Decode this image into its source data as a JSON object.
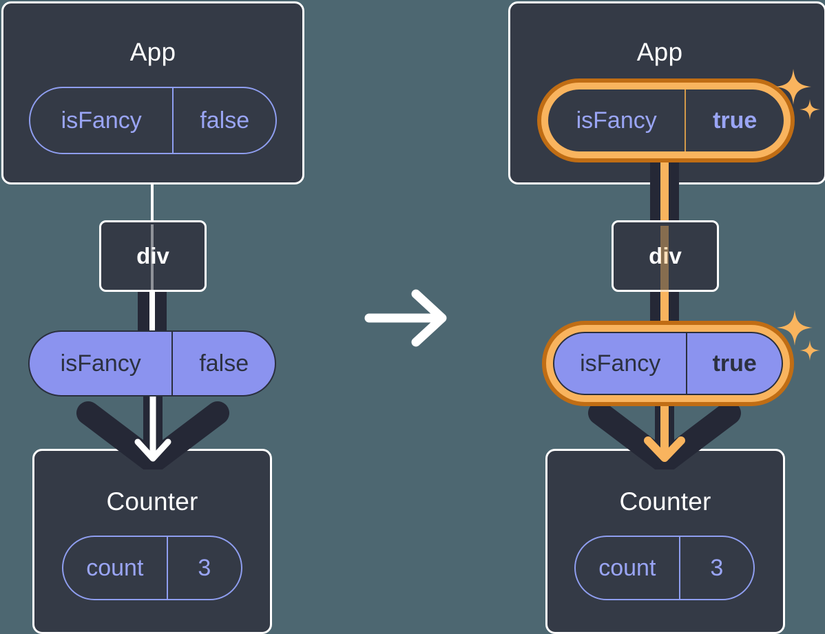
{
  "diagram": {
    "title": "React state update propagation diagram",
    "colors": {
      "background": "#4d6771",
      "panel": "#343a46",
      "border": "#ffffff",
      "pill_purple": "#8b93ef",
      "pill_outline": "#8f9ef0",
      "pill_text_light": "#9aa5f5",
      "pill_text_dark": "#2c3140",
      "highlight_outer": "#c06d14",
      "highlight_inner": "#f9b45e",
      "arrow_dark": "#252836",
      "arrow_white": "#ffffff",
      "sparkle": "#f9b45e"
    },
    "transition_arrow": {
      "icon": "arrow-right-icon",
      "color": "#ffffff"
    },
    "panels": [
      {
        "id": "before",
        "app": {
          "title": "App",
          "state": {
            "name": "isFancy",
            "value": "false",
            "highlighted": false,
            "bold_value": false
          }
        },
        "dom": {
          "label": "div"
        },
        "prop": {
          "name": "isFancy",
          "value": "false",
          "highlighted": false,
          "bold_value": false
        },
        "counter": {
          "title": "Counter",
          "state": {
            "name": "count",
            "value": "3",
            "highlighted": false
          }
        },
        "sparkles": false,
        "flow_color": "#ffffff"
      },
      {
        "id": "after",
        "app": {
          "title": "App",
          "state": {
            "name": "isFancy",
            "value": "true",
            "highlighted": true,
            "bold_value": true
          }
        },
        "dom": {
          "label": "div"
        },
        "prop": {
          "name": "isFancy",
          "value": "true",
          "highlighted": true,
          "bold_value": true
        },
        "counter": {
          "title": "Counter",
          "state": {
            "name": "count",
            "value": "3",
            "highlighted": false
          }
        },
        "sparkles": true,
        "flow_color": "#f9b45e"
      }
    ]
  }
}
